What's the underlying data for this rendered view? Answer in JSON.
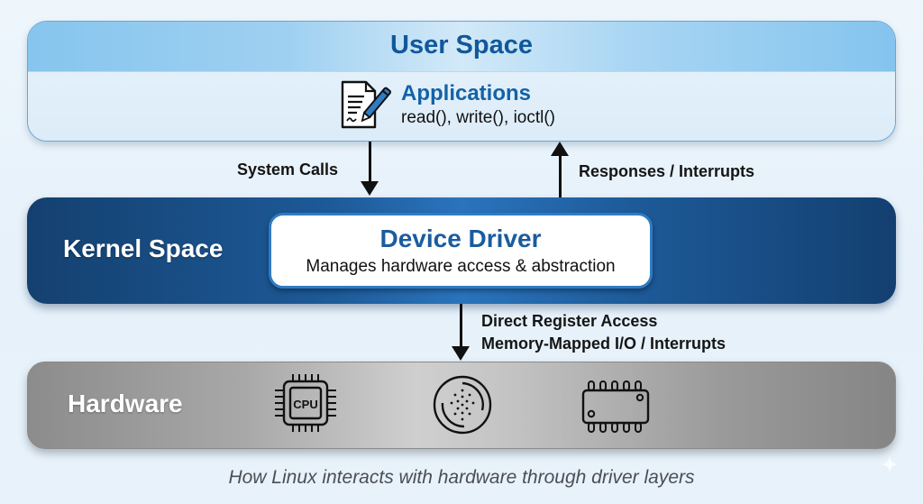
{
  "diagram": {
    "title": "How Linux interacts with hardware through driver layers",
    "layers": {
      "user_space": {
        "title": "User Space",
        "component": {
          "icon": "document-edit-icon",
          "title": "Applications",
          "subtitle": "read(), write(), ioctl()"
        }
      },
      "kernel_space": {
        "title": "Kernel Space",
        "component": {
          "title": "Device Driver",
          "subtitle": "Manages hardware access & abstraction"
        }
      },
      "hardware": {
        "title": "Hardware",
        "devices": [
          {
            "icon": "cpu-icon",
            "label": "CPU"
          },
          {
            "icon": "disk-icon",
            "label": ""
          },
          {
            "icon": "memory-chip-icon",
            "label": ""
          }
        ]
      }
    },
    "flows": {
      "system_calls": {
        "label": "System Calls",
        "direction": "down",
        "from": "User Space",
        "to": "Kernel Space"
      },
      "responses": {
        "label": "Responses / Interrupts",
        "direction": "up",
        "from": "Kernel Space",
        "to": "User Space"
      },
      "hardware_access": {
        "direction": "down",
        "from": "Kernel Space",
        "to": "Hardware",
        "line1": "Direct Register Access",
        "line2": "Memory-Mapped I/O / Interrupts"
      }
    },
    "colors": {
      "user_space_title": "#11589a",
      "kernel_space_bg": "#1d5a98",
      "driver_title": "#1a5c9e",
      "hardware_bg": "#a8a8a8"
    }
  }
}
